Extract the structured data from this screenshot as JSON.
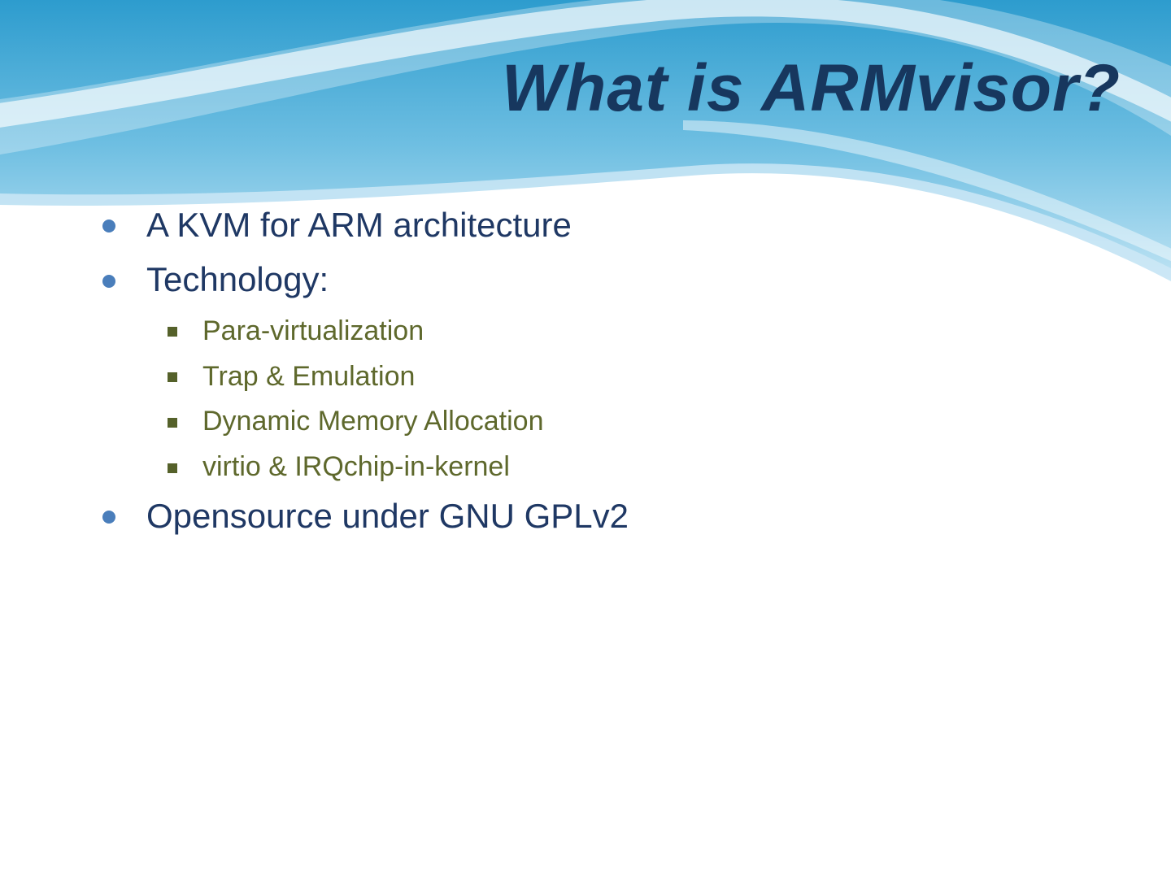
{
  "slide": {
    "title": "What is ARMvisor?",
    "bullets": [
      {
        "level": 1,
        "text": "A KVM for ARM architecture"
      },
      {
        "level": 1,
        "text": "Technology:"
      },
      {
        "level": 2,
        "text": "Para-virtualization"
      },
      {
        "level": 2,
        "text": "Trap & Emulation"
      },
      {
        "level": 2,
        "text": "Dynamic Memory Allocation"
      },
      {
        "level": 2,
        "text": "virtio & IRQchip-in-kernel"
      },
      {
        "level": 1,
        "text": "Opensource under GNU GPLv2"
      }
    ],
    "colors": {
      "title_text": "#17375E",
      "bullet_text": "#1F3864",
      "bullet_marker": "#4A7EBB",
      "sub_bullet_text": "#5E682C",
      "sub_bullet_marker": "#55612A",
      "wave_top_blue": "#2D9CCE",
      "wave_light_blue": "#BFE3F2"
    }
  }
}
